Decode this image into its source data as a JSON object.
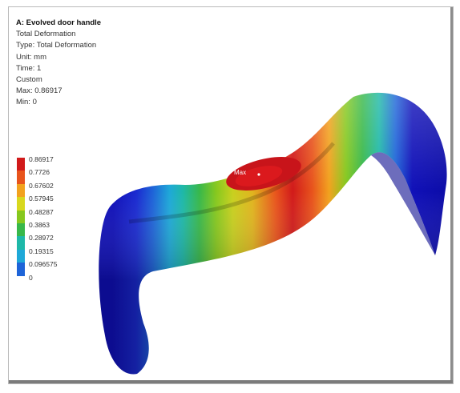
{
  "header": {
    "title": "A: Evolved door handle",
    "lines": [
      "Total Deformation",
      "Type: Total Deformation",
      "Unit: mm",
      "Time: 1",
      "Custom",
      "Max: 0.86917",
      "Min: 0"
    ]
  },
  "legend": {
    "labels": [
      "0.86917",
      "0.7726",
      "0.67602",
      "0.57945",
      "0.48287",
      "0.3863",
      "0.28972",
      "0.19315",
      "0.096575",
      "0"
    ],
    "colors": [
      "#d11a1a",
      "#e8541c",
      "#f2a21e",
      "#d8d81e",
      "#86c81e",
      "#38b84a",
      "#1eb8a8",
      "#1ea8d8",
      "#1e64d8",
      "#1010b8"
    ]
  },
  "probe": {
    "label": "Max"
  },
  "colors": {
    "frame_border": "#b9b9b9",
    "background": "#ffffff"
  }
}
